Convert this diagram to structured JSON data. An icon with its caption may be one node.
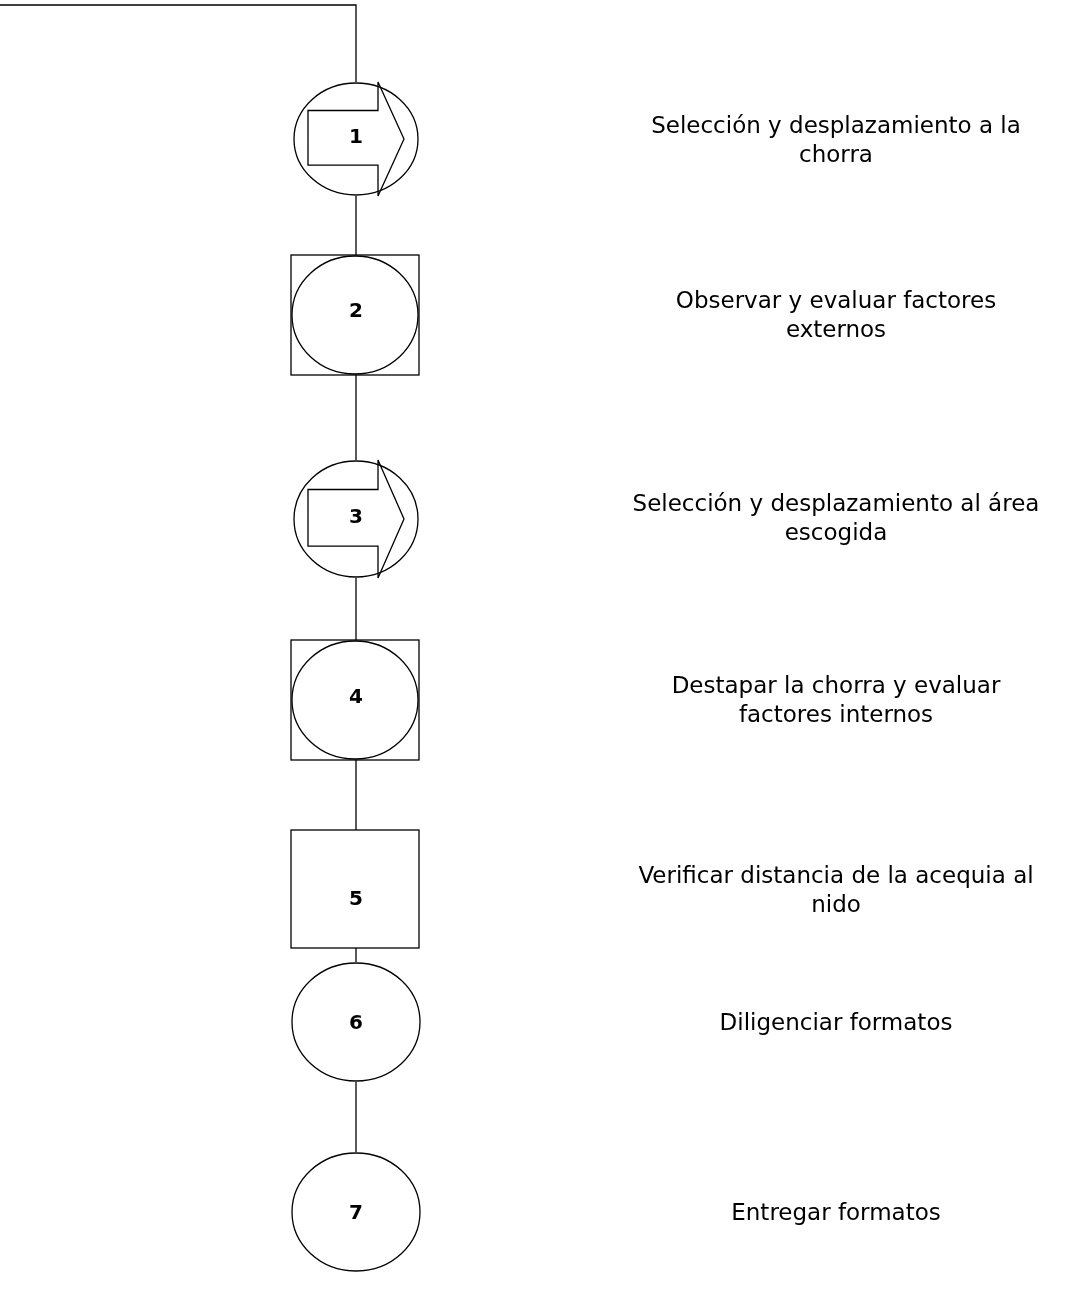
{
  "diagram": {
    "nodes": [
      {
        "text": [
          "1"
        ]
      },
      {
        "text": [
          "2"
        ]
      },
      {
        "text": [
          "3"
        ]
      },
      {
        "text": [
          "4"
        ]
      },
      {
        "text": [
          "5"
        ]
      },
      {
        "text": [
          "6"
        ]
      },
      {
        "text": [
          "7"
        ]
      }
    ],
    "edges": [
      {
        "from": null,
        "to": 0,
        "arrow": "none"
      },
      {
        "from": 0,
        "to": 1,
        "arrow": "none"
      },
      {
        "from": 1,
        "to": 2,
        "arrow": "none"
      },
      {
        "from": 2,
        "to": 3,
        "arrow": "none"
      },
      {
        "from": 3,
        "to": 4,
        "arrow": "none"
      },
      {
        "from": 4,
        "to": 5,
        "arrow": "none"
      },
      {
        "from": 5,
        "to": 6,
        "arrow": "none"
      }
    ],
    "labels": [
      "Selección y desplazamiento a la chorra",
      "Observar y evaluar factores externos",
      "Selección y desplazamiento al área escogida",
      "Destapar la chorra y evaluar factores internos",
      "Verificar distancia de la acequia al nido",
      "Diligenciar formatos",
      "Entregar formatos"
    ]
  }
}
